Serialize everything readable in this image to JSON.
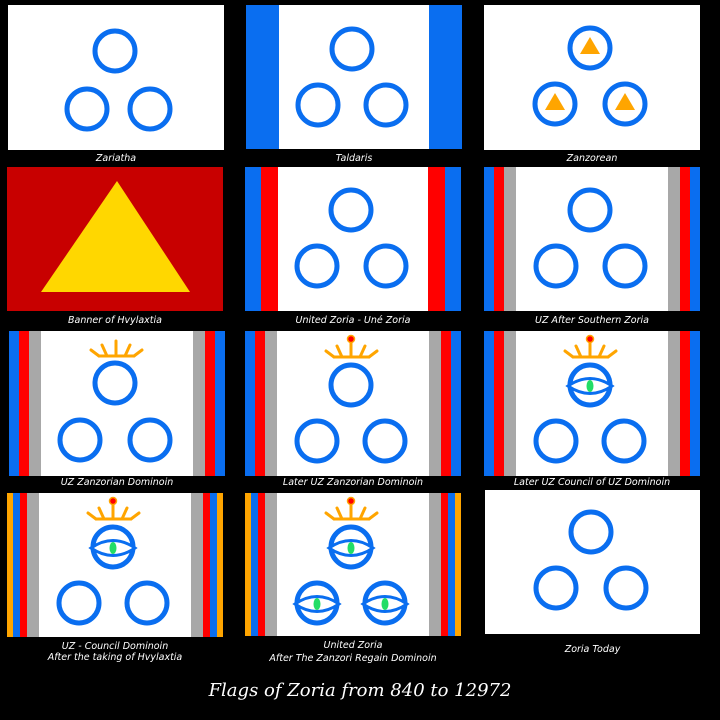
{
  "title": "Flags of Zoria from 840 to 12972",
  "colors": {
    "ring": "#0a6ef0",
    "stripe_blue": "#0a6ef0",
    "stripe_red": "#ff0000",
    "stripe_gray": "#a8a8a8",
    "stripe_orange": "#ffa500",
    "banner_red": "#c80000",
    "banner_gold": "#ffd700",
    "triangle_orange": "#ffa500",
    "eye_green": "#22dd66",
    "background": "#000000",
    "flag_white": "#ffffff"
  },
  "flags": [
    {
      "caption": "Zariatha",
      "caption2": ""
    },
    {
      "caption": "Taldaris",
      "caption2": ""
    },
    {
      "caption": "Zanzorean",
      "caption2": ""
    },
    {
      "caption": "Banner of Hvylaxtia",
      "caption2": ""
    },
    {
      "caption": "United Zoria - Uné Zoria",
      "caption2": ""
    },
    {
      "caption": "UZ After Southern Zoria",
      "caption2": ""
    },
    {
      "caption": "UZ Zanzorian Dominoin",
      "caption2": ""
    },
    {
      "caption": "Later UZ Zanzorian Dominoin",
      "caption2": ""
    },
    {
      "caption": "Later UZ Council of UZ Dominoin",
      "caption2": ""
    },
    {
      "caption": "UZ - Council Dominoin",
      "caption2": "After the taking of Hvylaxtia"
    },
    {
      "caption": "United Zoria",
      "caption2": "After The Zanzori Regain Dominoin"
    },
    {
      "caption": "Zoria Today",
      "caption2": ""
    }
  ]
}
